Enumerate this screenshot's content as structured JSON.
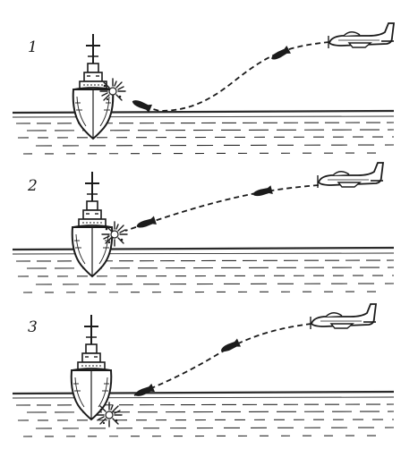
{
  "colors": {
    "ink": "#1b1b1b",
    "paper": "#ffffff",
    "water": "#2a2a2a"
  },
  "panels": [
    {
      "label": "1",
      "impact": "waterline-bow",
      "icons": [
        "ship-icon",
        "aircraft-icon",
        "bomb-icon",
        "explosion-icon"
      ]
    },
    {
      "label": "2",
      "impact": "hull-side",
      "icons": [
        "ship-icon",
        "aircraft-icon",
        "bomb-icon",
        "explosion-icon"
      ]
    },
    {
      "label": "3",
      "impact": "below-waterline",
      "icons": [
        "ship-icon",
        "aircraft-icon",
        "bomb-icon",
        "explosion-icon"
      ]
    }
  ]
}
